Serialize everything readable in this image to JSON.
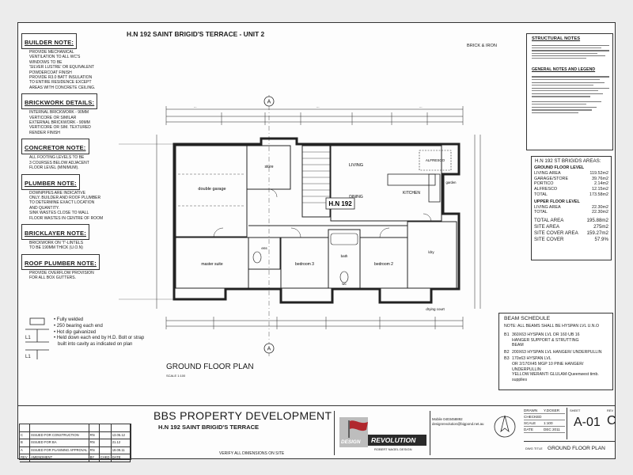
{
  "title": "H.N 192 SAINT BRIGID'S TERRACE - UNIT 2",
  "brick_iron": "BRICK & IRON",
  "builder_notes": [
    {
      "heading": "BUILDER NOTE:",
      "lines": [
        "PROVIDE MECHANICAL",
        "VENTILATION TO ALL WC'S",
        "WINDOWS TO BE",
        "'SILVER LUSTRE' OR EQUIVALENT",
        "POWDERCOAT FINISH",
        "PROVIDE R3.0 BATT INSULATION",
        "TO ENTIRE RESIDENCE EXCEPT",
        "AREAS WITH CONCRETE CEILING."
      ]
    },
    {
      "heading": "BRICKWORK DETAILS:",
      "lines": [
        "INTERNAL BRICKWORK - 90mm",
        "VERTICORE OR SIMILAR",
        "EXTERNAL BRICKWORK - 90mm",
        "VERTICORE OR SIM. TEXTURED",
        "RENDER FINISH"
      ]
    },
    {
      "heading": "CONCRETOR NOTE:",
      "lines": [
        "ALL FOOTING LEVELS TO BE",
        "3 COURSES BELOW ADJACENT",
        "FLOOR LEVEL (MINIMUM)."
      ]
    },
    {
      "heading": "PLUMBER NOTE:",
      "lines": [
        "DOWNPIPES ARE INDICATIVE",
        "ONLY. BUILDER AND ROOF PLUMBER",
        "TO DETERMINE EXACT LOCATION",
        "AND QUANTITY.",
        "SINK WASTES CLOSE TO WALL",
        "FLOOR WASTES IN CENTRE OF ROOM"
      ]
    },
    {
      "heading": "BRICKLAYER NOTE:",
      "lines": [
        "BRICKWORK ON 'T'-LINTELS",
        "TO BE 190mm THICK (U.O.N)"
      ]
    },
    {
      "heading": "ROOF PLUMBER NOTE:",
      "lines": [
        "PROVIDE OVERFLOW PROVISION",
        "FOR ALL BOX GUTTERS."
      ]
    }
  ],
  "structural_notes": {
    "heading": "STRUCTURAL NOTES",
    "legend_heading": "GENERAL NOTES AND LEGEND"
  },
  "areas": {
    "heading": "H.N 192 ST BRIGIDS AREAS:",
    "ground_heading": "GROUND FLOOR LEVEL",
    "ground": [
      {
        "label": "LIVING AREA",
        "value": "119.52m2"
      },
      {
        "label": "GARAGE/STORE",
        "value": "39.76m2"
      },
      {
        "label": "PORTICO",
        "value": "2.14m2"
      },
      {
        "label": "ALFRESCO",
        "value": "12.15m2"
      },
      {
        "label": "TOTAL",
        "value": "173.58m2"
      }
    ],
    "upper_heading": "UPPER FLOOR LEVEL",
    "upper": [
      {
        "label": "LIVING AREA",
        "value": "22.30m2"
      },
      {
        "label": "TOTAL",
        "value": "22.30m2"
      }
    ],
    "summary": [
      {
        "label": "TOTAL AREA",
        "value": "195.88m2"
      },
      {
        "label": "SITE AREA",
        "value": "275m2"
      },
      {
        "label": "SITE COVER AREA",
        "value": "159.27m2"
      },
      {
        "label": "SITE COVER",
        "value": "57.9%"
      }
    ]
  },
  "beam_schedule": {
    "heading": "BEAM SCHEDULE",
    "note": "NOTE: ALL BEAMS SHALL BE HYSPAN LVL U.N.O",
    "items": [
      {
        "code": "B1",
        "lines": [
          "360X63 HYSPAN  LVL OR 160 UB 16",
          "HANGER SUPPORT & STRUTTING",
          "BEAM"
        ]
      },
      {
        "code": "B2",
        "lines": [
          "200X63 HYSPAN  LVL HANGER/ UNDERPULLIN"
        ]
      },
      {
        "code": "B3",
        "lines": [
          "170x63 HYSPAN LVL",
          "OR 2/170X45 MGP 10 PINE  HANGER/ UNDERPULLIN",
          "YELLOW MERANTI GLULAM-Queenwest timb. supplies"
        ]
      }
    ]
  },
  "weld_notes": [
    "Fully welded",
    "250 bearing each end",
    "Hot dip galvanized",
    "Held down each end by H.D. Bolt or strap",
    "built into cavity as indicated on plan"
  ],
  "plan": {
    "heading": "GROUND FLOOR PLAN",
    "scale": "SCALE 1:100",
    "unit": "H.N 192",
    "section_marker": "A",
    "rooms": [
      "double garage",
      "store",
      "LIVING",
      "DINING",
      "KITCHEN",
      "ALFRESCO",
      "bedroom 2",
      "bedroom 3",
      "master suite",
      "bath",
      "wc",
      "ldry",
      "ens",
      "drying court",
      "garden"
    ]
  },
  "title_block": {
    "company": "BBS PROPERTY DEVELOPMENT",
    "address": "H.N 192 SAINT BRIGID'S TERRACE",
    "verify": "VERIFY ALL DIMENSIONS ON SITE",
    "revisions": [
      {
        "rev": "C",
        "desc": "ISSUED FOR CONSTRUCTION",
        "by": "RN",
        "date": "13.05.12"
      },
      {
        "rev": "B",
        "desc": "ISSUED FOR BA",
        "by": "RN",
        "date": "21.12"
      },
      {
        "rev": "A",
        "desc": "ISSUED FOR PLANNING APPROVAL",
        "by": "RN",
        "date": "19.09.11"
      }
    ],
    "rev_headers": {
      "rev": "REV",
      "desc": "AMENDMENT",
      "by": "BY",
      "chkd": "CHKD",
      "date": "DATE"
    },
    "logo_top": "DESIGN",
    "logo_main": "REVOLUTION",
    "logo_sub": "ROBERT NAGEL DESIGN",
    "contact": [
      "Mobile 0403458892",
      "designrevolution@bigpond.net.au"
    ],
    "fields": [
      {
        "label": "DRAWN",
        "value": "Y.DOSER"
      },
      {
        "label": "CHECKED",
        "value": ""
      },
      {
        "label": "SCALE",
        "value": "1:100"
      },
      {
        "label": "DATE",
        "value": "DEC 2011"
      }
    ],
    "sheet_label": "SHEET",
    "rev_label": "REV",
    "sheet_no": "A-01",
    "rev_letter": "C",
    "dwg_title_label": "DWG TITLE",
    "dwg_title": "GROUND FLOOR PLAN"
  },
  "colors": {
    "ink": "#1a1a1a",
    "paper": "#fdfdfd",
    "logo_red": "#b0272d",
    "logo_dark": "#2a2a2a"
  }
}
